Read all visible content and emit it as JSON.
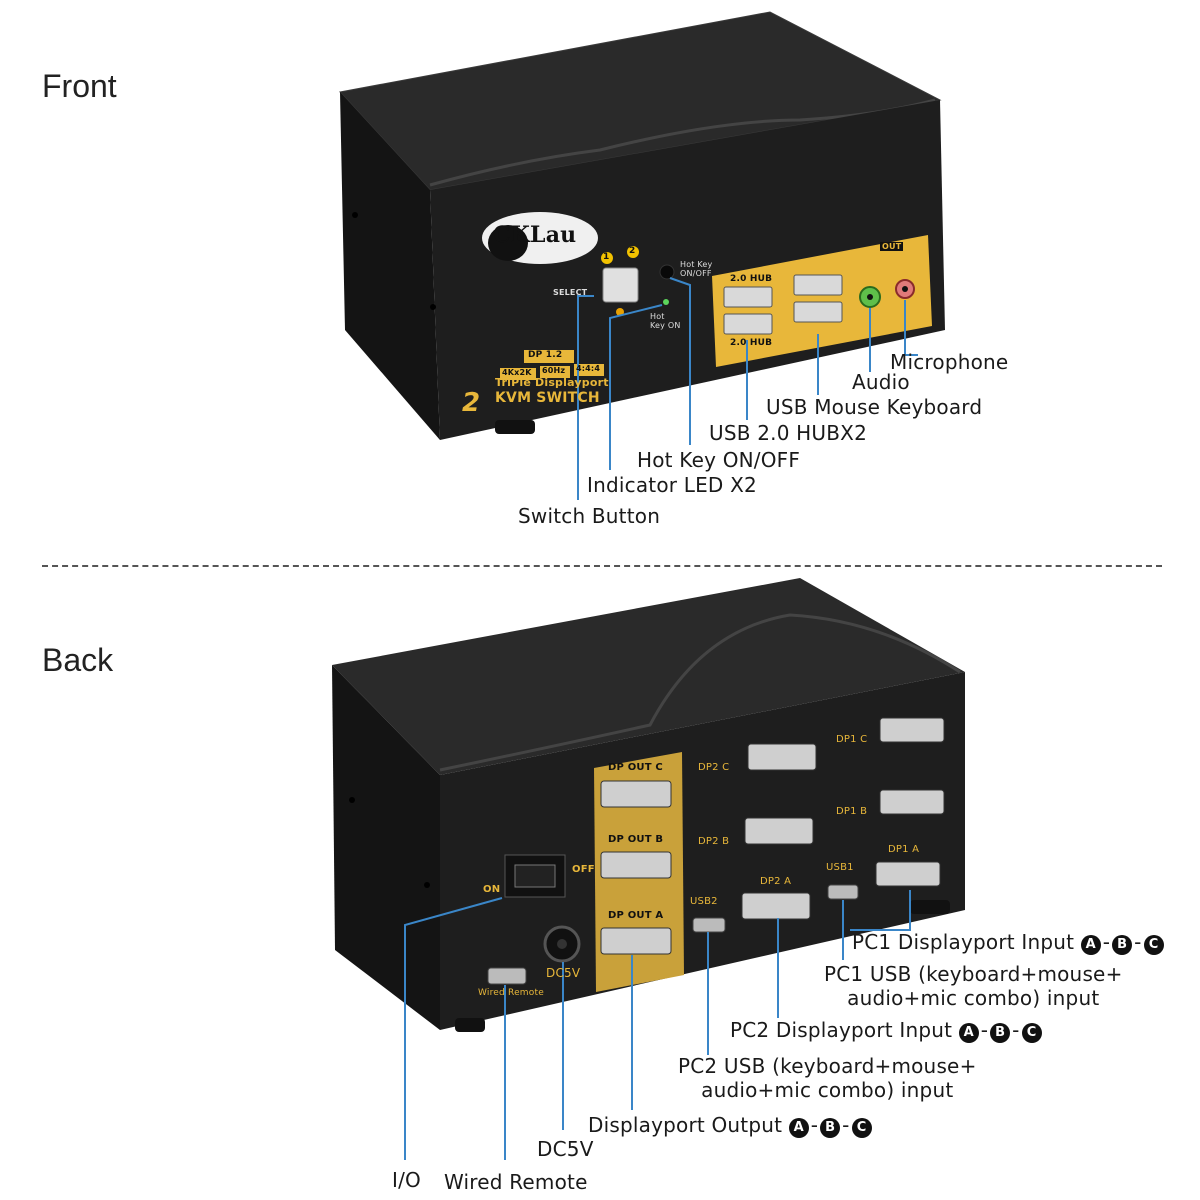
{
  "sections": {
    "front": "Front",
    "back": "Back"
  },
  "device": {
    "brand": "CKLau",
    "select_label": "SELECT",
    "port_1": "1",
    "port_2": "2",
    "hotkey_label": "Hot Key ON/OFF",
    "hotkey_on_label": "Hot Key ON",
    "hub_label_top": "2.0 HUB",
    "hub_label_bottom": "2.0 HUB",
    "out_label": "OUT",
    "badges": [
      "DP 1.2",
      "4Kx2K",
      "60Hz",
      "4:4:4"
    ],
    "product_line1": "TriPle Displayport",
    "product_line2": "KVM SWITCH",
    "port_count": "2",
    "back": {
      "on": "ON",
      "off": "OFF",
      "dc": "DC5V",
      "wired_remote": "Wired Remote",
      "dp_out": [
        "DP OUT C",
        "DP OUT B",
        "DP OUT A"
      ],
      "dp2": [
        "DP2 C",
        "DP2 B",
        "DP2 A"
      ],
      "dp1": [
        "DP1 C",
        "DP1 B",
        "DP1 A"
      ],
      "usb2": "USB2",
      "usb1": "USB1"
    }
  },
  "front_callouts": {
    "microphone": "Microphone",
    "audio": "Audio",
    "usb_mouse_keyboard": "USB Mouse Keyboard",
    "usb_hub": "USB 2.0 HUBX2",
    "hot_key": "Hot Key ON/OFF",
    "indicator_led": "Indicator LED X2",
    "switch_button": "Switch Button"
  },
  "back_callouts": {
    "pc1_dp": "PC1 Displayport Input",
    "pc1_usb_line1": "PC1 USB (keyboard+mouse+",
    "pc1_usb_line2": "audio+mic combo) input",
    "pc2_dp": "PC2 Displayport Input",
    "pc2_usb_line1": "PC2 USB (keyboard+mouse+",
    "pc2_usb_line2": "audio+mic combo) input",
    "dp_output": "Displayport Output",
    "dc5v": "DC5V",
    "io": "I/O",
    "wired_remote": "Wired Remote"
  },
  "input_letters": [
    "A",
    "B",
    "C"
  ],
  "colors": {
    "accent": "#e8b73a",
    "callout_line": "#3a86c8",
    "body": "#1c1c1c"
  }
}
